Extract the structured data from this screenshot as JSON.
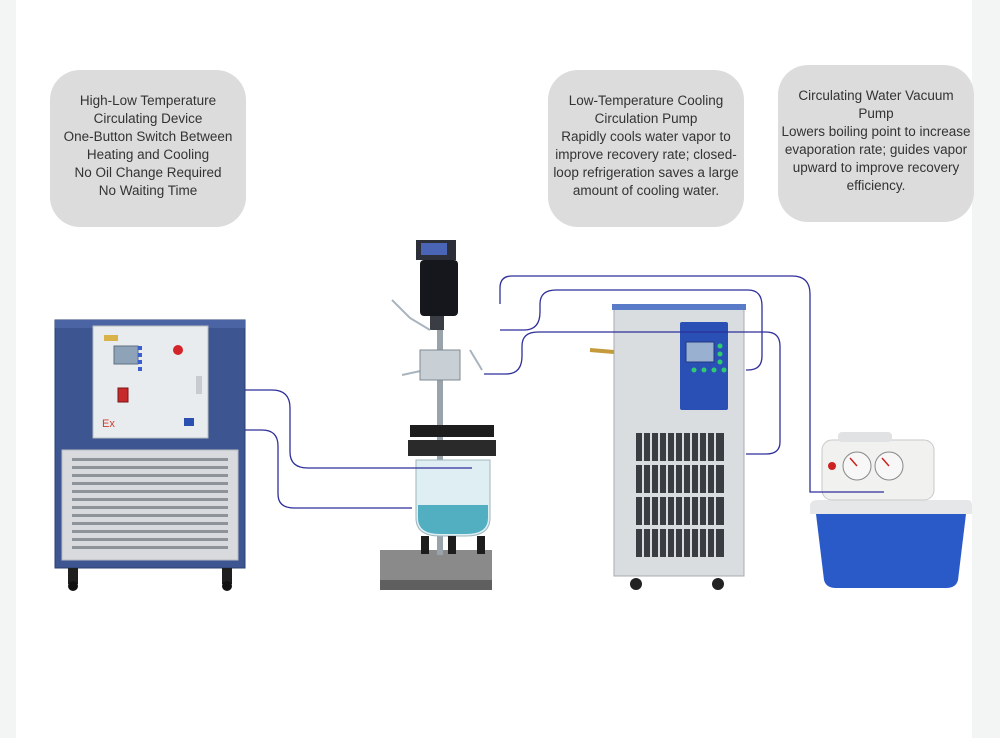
{
  "callouts": {
    "high_low": {
      "title": "High-Low Temperature\nCirculating Device",
      "desc": "One-Button Switch Between\nHeating and Cooling\nNo Oil Change Required\nNo Waiting Time"
    },
    "cooling_pump": {
      "title": "Low-Temperature Cooling\nCirculation Pump",
      "desc": "Rapidly cools water vapor to\nimprove recovery rate; closed-\nloop refrigeration saves a large\namount of cooling water."
    },
    "vacuum_pump": {
      "title": "Circulating Water Vacuum\nPump",
      "desc": "Lowers boiling point to increase\nevaporation rate; guides vapor\nupward to improve recovery\nefficiency."
    }
  },
  "devices": {
    "chiller_badge": "Ex"
  },
  "colors": {
    "hose": "#2f2f9a",
    "chiller_body": "#3d5591",
    "cooling_panel": "#2a4fb5",
    "vacuum_tank": "#2a5ac8",
    "callout_bg": "#dcdcdc"
  }
}
